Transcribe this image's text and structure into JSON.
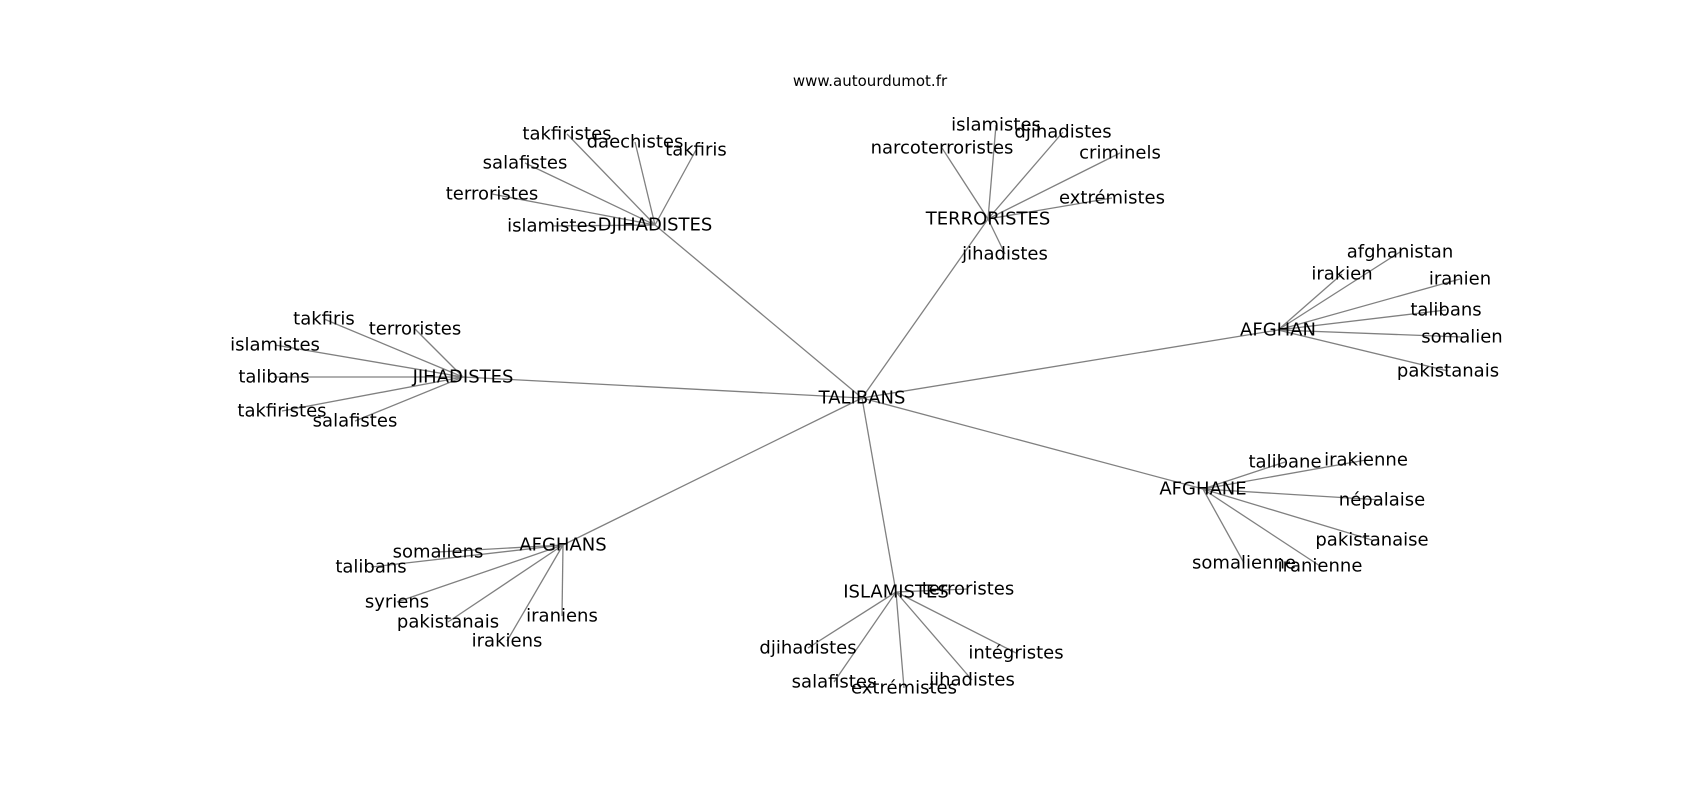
{
  "watermark": "www.autourdumot.fr",
  "colors": {
    "edge": "#808080",
    "text": "#000000",
    "background": "#ffffff"
  },
  "center": {
    "label": "TALIBANS"
  },
  "clusters": [
    {
      "hub": "DJIHADISTES",
      "words": [
        "takfiristes",
        "daechistes",
        "takfiris",
        "salafistes",
        "terroristes",
        "islamistes"
      ]
    },
    {
      "hub": "TERRORISTES",
      "words": [
        "islamistes",
        "djihadistes",
        "narcoterroristes",
        "criminels",
        "extrémistes",
        "jihadistes"
      ]
    },
    {
      "hub": "AFGHAN",
      "words": [
        "afghanistan",
        "irakien",
        "iranien",
        "talibans",
        "somalien",
        "pakistanais"
      ]
    },
    {
      "hub": "JIHADISTES",
      "words": [
        "takfiris",
        "terroristes",
        "islamistes",
        "talibans",
        "takfiristes",
        "salafistes"
      ]
    },
    {
      "hub": "AFGHANE",
      "words": [
        "talibane",
        "irakienne",
        "népalaise",
        "pakistanaise",
        "somalienne",
        "iranienne"
      ]
    },
    {
      "hub": "AFGHANS",
      "words": [
        "somaliens",
        "talibans",
        "syriens",
        "pakistanais",
        "iraniens",
        "irakiens"
      ]
    },
    {
      "hub": "ISLAMISTES",
      "words": [
        "terroristes",
        "djihadistes",
        "intégristes",
        "salafistes",
        "jihadistes",
        "extrémistes"
      ]
    }
  ]
}
